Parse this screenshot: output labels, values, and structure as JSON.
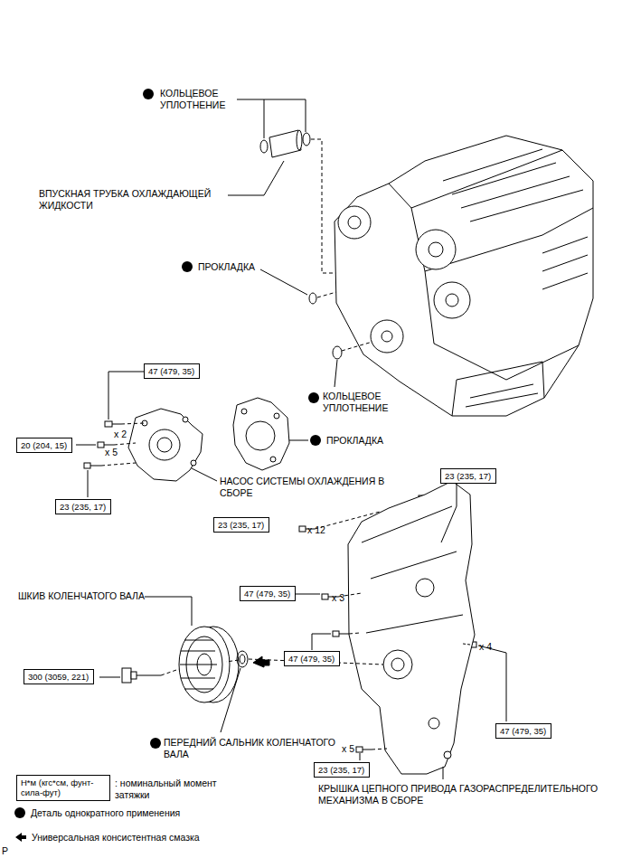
{
  "diagram": {
    "nodes": [
      {
        "text": [
          "47 (479, 35)"
        ]
      },
      {
        "text": [
          "20 (204, 15)"
        ]
      },
      {
        "text": [
          "23 (235, 17)"
        ]
      },
      {
        "text": [
          "23 (235, 17)"
        ]
      },
      {
        "text": [
          "23 (235, 17)"
        ]
      },
      {
        "text": [
          "47 (479, 35)"
        ]
      },
      {
        "text": [
          "300 (3059, 221)"
        ]
      },
      {
        "text": [
          "47 (479, 35)"
        ]
      },
      {
        "text": [
          "47 (479, 35)"
        ]
      },
      {
        "text": [
          "23 (235, 17)"
        ]
      },
      {
        "text": [
          "Н*м (кгс*см, фунт-сила-фут)"
        ]
      }
    ],
    "labels": [
      "КОЛЬЦЕВОЕ УПЛОТНЕНИЕ",
      "ВПУСКНАЯ ТРУБКА ОХЛАЖДАЮЩЕЙ ЖИДКОСТИ",
      "ПРОКЛАДКА",
      "КОЛЬЦЕВОЕ УПЛОТНЕНИЕ",
      "x 2",
      "ПРОКЛАДКА",
      "x 5",
      "НАСОС СИСТЕМЫ ОХЛАЖДЕНИЯ В СБОРЕ",
      "x 12",
      "x 3",
      "ШКИВ КОЛЕНЧАТОГО ВАЛА",
      "x 4",
      "x 5",
      "ПЕРЕДНИЙ САЛЬНИК КОЛЕНЧАТОГО ВАЛА",
      ": номинальный момент затяжки",
      "КРЫШКА ЦЕПНОГО ПРИВОДА ГАЗОРАСПРЕДЕЛИТЕЛЬНОГО МЕХАНИЗМА В СБОРЕ",
      "P"
    ],
    "legend": [
      {
        "text": "Деталь однократного применения",
        "color": "#000000"
      },
      {
        "text": "Универсальная консистентная смазка"
      }
    ]
  }
}
